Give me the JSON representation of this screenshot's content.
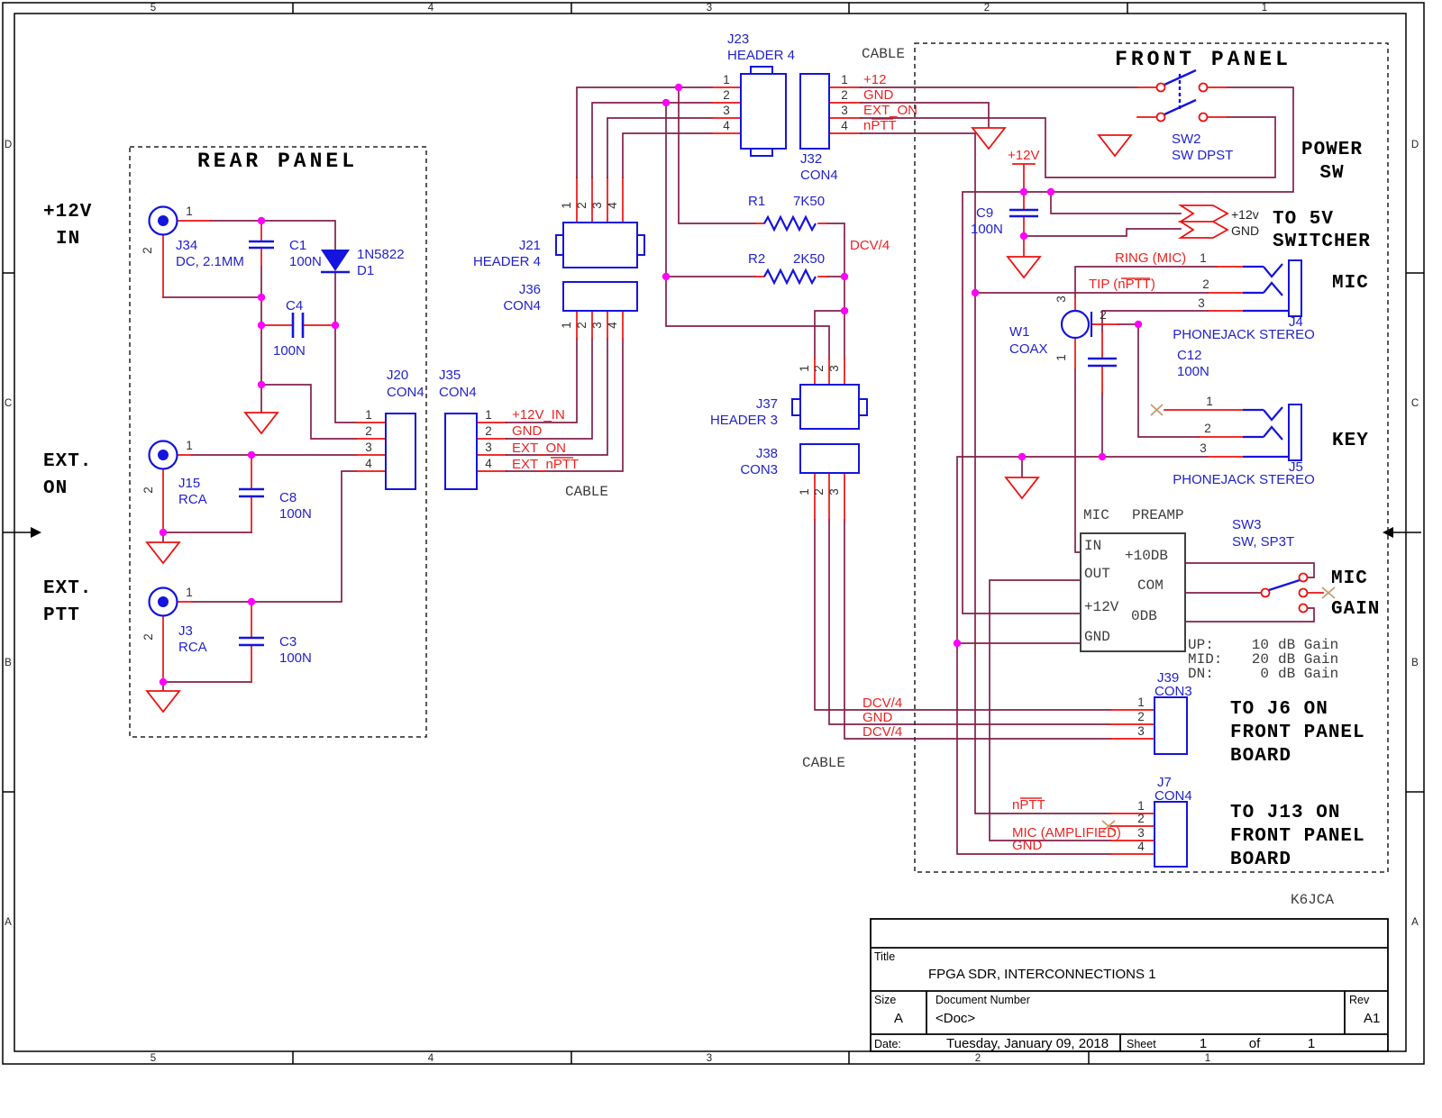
{
  "common": {
    "p1": "1",
    "p2": "2",
    "p3": "3",
    "p4": "4"
  },
  "frame": {
    "cols": [
      "5",
      "4",
      "3",
      "2",
      "1"
    ],
    "rows": [
      "D",
      "C",
      "B",
      "A"
    ]
  },
  "rear": {
    "title": "REAR PANEL",
    "in12v": [
      "+12V",
      "IN"
    ],
    "ext_on": [
      "EXT.",
      "ON"
    ],
    "ext_ptt": [
      "EXT.",
      "PTT"
    ],
    "j34": {
      "ref": "J34",
      "val": "DC, 2.1MM"
    },
    "c1": {
      "ref": "C1",
      "val": "100N"
    },
    "d1": {
      "ref": "D1",
      "val": "1N5822"
    },
    "c4": {
      "ref": "C4",
      "val": "100N"
    },
    "j15": {
      "ref": "J15",
      "val": "RCA"
    },
    "c8": {
      "ref": "C8",
      "val": "100N"
    },
    "j3": {
      "ref": "J3",
      "val": "RCA"
    },
    "c3": {
      "ref": "C3",
      "val": "100N"
    },
    "j20": {
      "ref": "J20",
      "val": "CON4"
    },
    "j35": {
      "ref": "J35",
      "val": "CON4"
    },
    "nets": [
      "+12V_IN",
      "GND",
      "EXT_ON",
      "EXT_nPTT"
    ],
    "cable": "CABLE"
  },
  "mid": {
    "j21": {
      "ref": "J21",
      "val": "HEADER 4"
    },
    "j36": {
      "ref": "J36",
      "val": "CON4"
    },
    "j23": {
      "ref": "J23",
      "val": "HEADER 4"
    },
    "j32": {
      "ref": "J32",
      "val": "CON4"
    },
    "cable_top": "CABLE",
    "cable_bottom": "CABLE",
    "nets32": [
      "+12",
      "GND",
      "EXT_ON",
      "nPTT"
    ],
    "r1": {
      "ref": "R1",
      "val": "7K50"
    },
    "r2": {
      "ref": "R2",
      "val": "2K50"
    },
    "dcv4": "DCV/4",
    "j37": {
      "ref": "J37",
      "val": "HEADER 3"
    },
    "j38": {
      "ref": "J38",
      "val": "CON3"
    },
    "nets39": [
      "DCV/4",
      "GND",
      "DCV/4"
    ]
  },
  "front": {
    "title": "FRONT PANEL",
    "sw2": {
      "ref": "SW2",
      "val": "SW DPST"
    },
    "power_sw": [
      "POWER",
      "SW"
    ],
    "flag12": "+12V",
    "c9": {
      "ref": "C9",
      "val": "100N"
    },
    "to5v": {
      "p12": "+12v",
      "gnd": "GND",
      "l1": "TO 5V",
      "l2": "SWITCHER"
    },
    "w1": {
      "ref": "W1",
      "val": "COAX"
    },
    "ring": "RING (MIC)",
    "tip": "TIP (nPTT)",
    "j4": {
      "ref": "J4",
      "val": "PHONEJACK STEREO"
    },
    "mic": "MIC",
    "c12": {
      "ref": "C12",
      "val": "100N"
    },
    "j5": {
      "ref": "J5",
      "val": "PHONEJACK STEREO"
    },
    "key": "KEY",
    "preamp": {
      "t1": "MIC",
      "t2": "PREAMP",
      "in": "IN",
      "out": "OUT",
      "p12": "+12V",
      "gnd": "GND",
      "g10": "+10DB",
      "com": "COM",
      "g0": "0DB"
    },
    "sw3": {
      "ref": "SW3",
      "val": "SW, SP3T"
    },
    "micgain": [
      "MIC",
      "GAIN"
    ],
    "gains": [
      [
        "UP:",
        "10",
        "dB Gain"
      ],
      [
        "MID:",
        "20",
        "dB Gain"
      ],
      [
        "DN:",
        "0",
        "dB Gain"
      ]
    ],
    "j39": {
      "ref": "J39",
      "val": "CON3"
    },
    "toj6": [
      "TO J6 ON",
      "FRONT PANEL",
      "BOARD"
    ],
    "j7": {
      "ref": "J7",
      "val": "CON4"
    },
    "nets7": {
      "nptt": "nPTT",
      "mic": "MIC (AMPLIFIED)",
      "gnd": "GND"
    },
    "toj13": [
      "TO J13 ON",
      "FRONT PANEL",
      "BOARD"
    ],
    "sig": "K6JCA"
  },
  "tblock": {
    "title_label": "Title",
    "title": "FPGA SDR, INTERCONNECTIONS 1",
    "size_label": "Size",
    "size": "A",
    "doc_label": "Document Number",
    "doc": "<Doc>",
    "rev_label": "Rev",
    "rev": "A1",
    "date_label": "Date:",
    "date": "Tuesday, January 09, 2018",
    "sheet_label": "Sheet",
    "sheet1": "1",
    "of": "of",
    "sheet2": "1"
  }
}
